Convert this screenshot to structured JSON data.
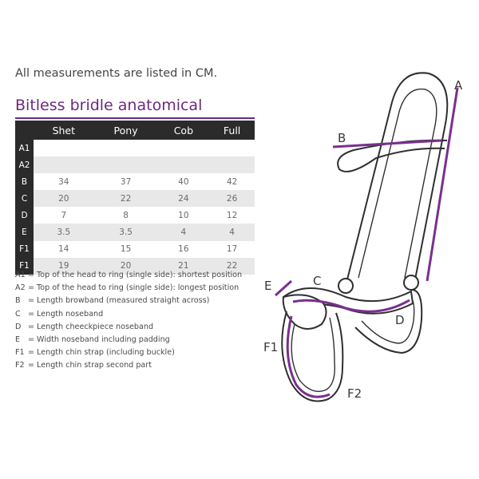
{
  "intro": "All measurements are listed in CM.",
  "title": "Bitless bridle anatomical",
  "table": {
    "columns": [
      "Shet",
      "Pony",
      "Cob",
      "Full"
    ],
    "rows": [
      {
        "label": "A1",
        "values": [
          "",
          "",
          "",
          ""
        ]
      },
      {
        "label": "A2",
        "values": [
          "",
          "",
          "",
          ""
        ]
      },
      {
        "label": "B",
        "values": [
          "34",
          "37",
          "40",
          "42"
        ]
      },
      {
        "label": "C",
        "values": [
          "20",
          "22",
          "24",
          "26"
        ]
      },
      {
        "label": "D",
        "values": [
          "7",
          "8",
          "10",
          "12"
        ]
      },
      {
        "label": "E",
        "values": [
          "3.5",
          "3.5",
          "4",
          "4"
        ]
      },
      {
        "label": "F1",
        "values": [
          "14",
          "15",
          "16",
          "17"
        ]
      },
      {
        "label": "F1",
        "values": [
          "19",
          "20",
          "21",
          "22"
        ]
      }
    ]
  },
  "legend": [
    {
      "code": "A1",
      "text": "Top of the head to ring (single side): shortest position"
    },
    {
      "code": "A2",
      "text": "Top of the head to ring (single side): longest position"
    },
    {
      "code": "B",
      "text": "Length browband (measured straight across)"
    },
    {
      "code": "C",
      "text": "Length noseband"
    },
    {
      "code": "D",
      "text": "Length cheeckpiece noseband"
    },
    {
      "code": "E",
      "text": "Width noseband including padding"
    },
    {
      "code": "F1",
      "text": "Length chin strap (including buckle)"
    },
    {
      "code": "F2",
      "text": "Length chin strap second part"
    }
  ],
  "diagram": {
    "labels": {
      "A": "A",
      "B": "B",
      "C": "C",
      "D": "D",
      "E": "E",
      "F1": "F1",
      "F2": "F2"
    },
    "colors": {
      "outline": "#2f2f2f",
      "accent": "#7a2f8f",
      "text": "#3a3a3a"
    }
  }
}
